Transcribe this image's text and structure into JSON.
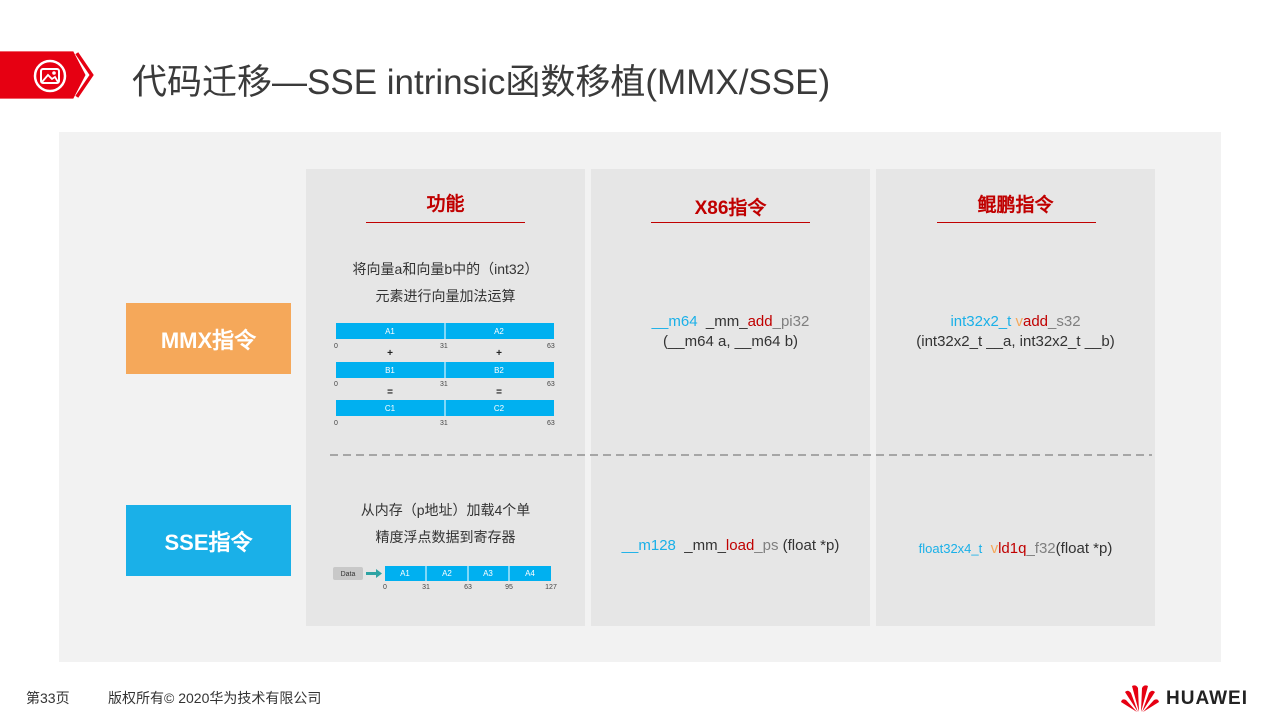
{
  "header": {
    "title": "代码迁移—SSE intrinsic函数移植(MMX/SSE)",
    "icon": "image-icon",
    "accent": "#e60012"
  },
  "columns": {
    "function": "功能",
    "x86": "X86指令",
    "kunpeng": "鲲鹏指令"
  },
  "rows": {
    "mmx": {
      "label": "MMX指令",
      "color": "#f5a85a",
      "desc_line1": "将向量a和向量b中的（int32）",
      "desc_line2": "元素进行向量加法运算",
      "diagram": {
        "a": [
          "A1",
          "A2"
        ],
        "b": [
          "B1",
          "B2"
        ],
        "c": [
          "C1",
          "C2"
        ],
        "ticks": [
          "0",
          "31",
          "63"
        ],
        "plus": "+",
        "equals": "="
      },
      "x86": {
        "type": "__m64",
        "fn_prefix": "_mm_",
        "fn_op": "add",
        "fn_suffix": "_pi32",
        "args": "(__m64 a, __m64 b)"
      },
      "kunpeng": {
        "type": "int32x2_t",
        "fn_v": "v",
        "fn_op": "add",
        "fn_suffix": "_s32",
        "args": "(int32x2_t __a, int32x2_t __b)"
      }
    },
    "sse": {
      "label": "SSE指令",
      "color": "#1ab0e8",
      "desc_line1": "从内存（p地址）加载4个单",
      "desc_line2": "精度浮点数据到寄存器",
      "diagram": {
        "data_label": "Data",
        "cells": [
          "A1",
          "A2",
          "A3",
          "A4"
        ],
        "ticks": [
          "0",
          "31",
          "63",
          "95",
          "127"
        ]
      },
      "x86": {
        "type": "__m128",
        "fn_prefix": "_mm_",
        "fn_op": "load",
        "fn_suffix": "_ps",
        "args": " (float *p)"
      },
      "kunpeng": {
        "type": "float32x4_t",
        "fn_v": "v",
        "fn_op": "ld1q",
        "fn_suffix": "_f32",
        "args": "(float *p)"
      }
    }
  },
  "footer": {
    "page": "第33页",
    "copyright": "版权所有© 2020华为技术有限公司",
    "brand": "HUAWEI"
  }
}
